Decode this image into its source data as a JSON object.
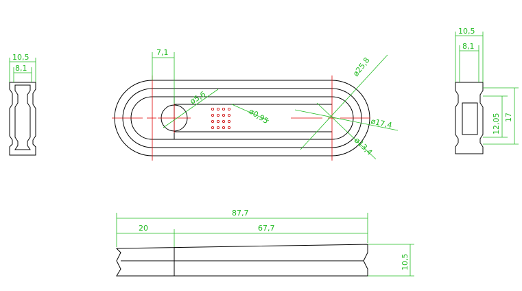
{
  "colors": {
    "part": "#000000",
    "dimension": "#22bb22",
    "centerline": "#e00000"
  },
  "side_left": {
    "overall": "10,5",
    "inner": "8,1"
  },
  "top_view": {
    "offset": "7,1",
    "small_circle": "ø5,6",
    "hole_dia": "ø0,95",
    "outer_dia": "ø25,8",
    "mid_dia": "ø17,4",
    "inner_dia": "ø13,4"
  },
  "side_right": {
    "overall": "10,5",
    "inner": "8,1",
    "height_inner": "12,05",
    "height_outer": "17"
  },
  "front_view": {
    "overall_length": "87,7",
    "left_segment": "20",
    "right_segment": "67,7",
    "height": "10,5"
  }
}
